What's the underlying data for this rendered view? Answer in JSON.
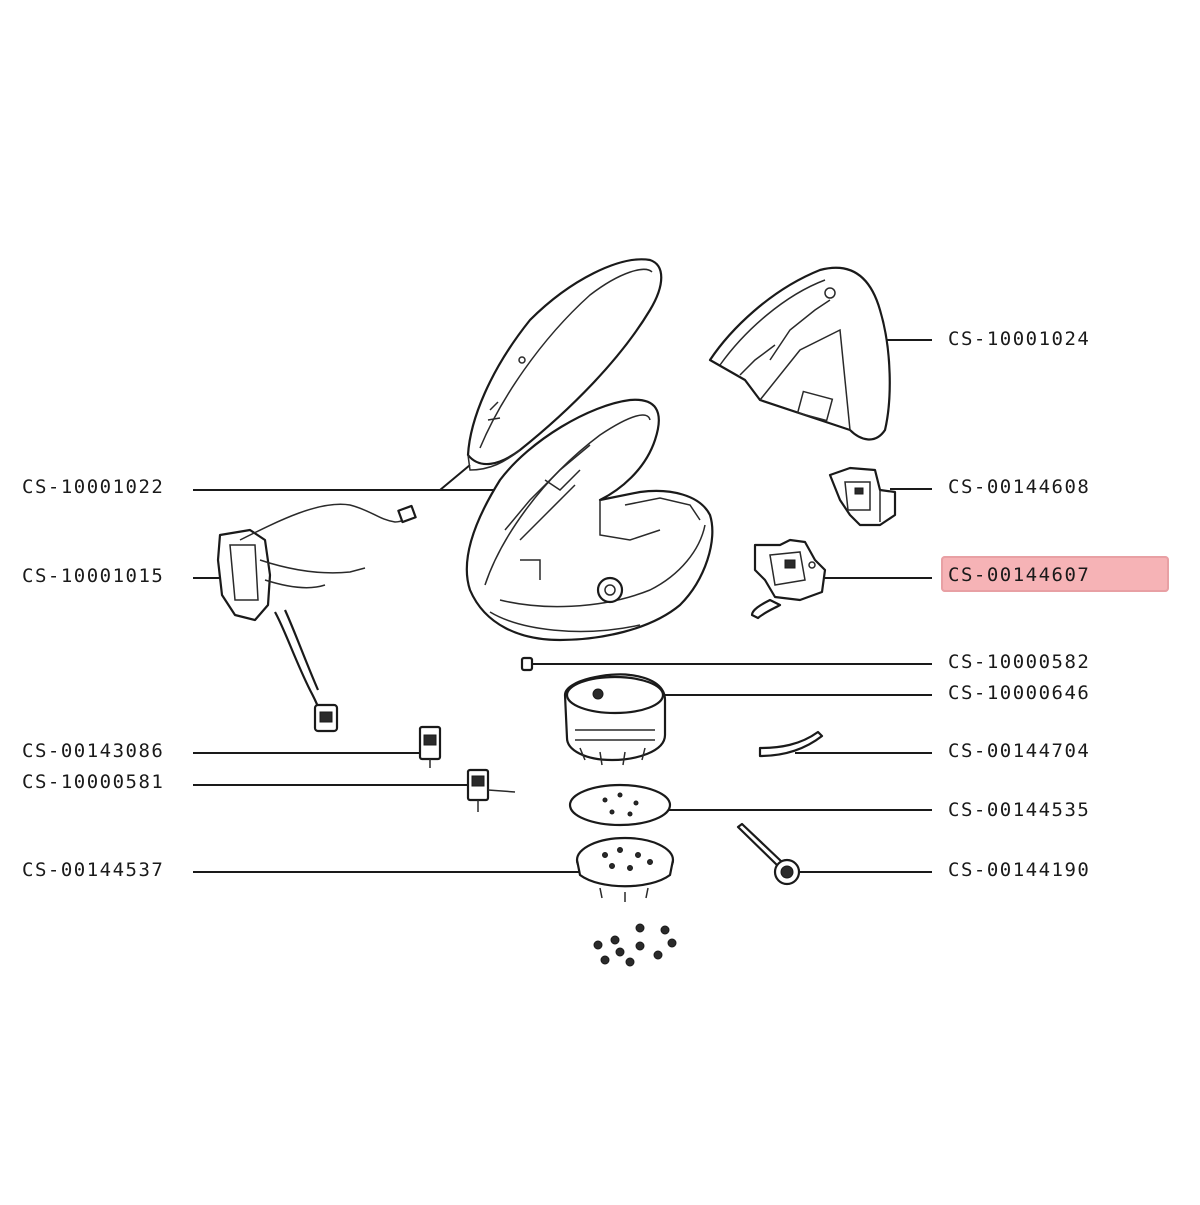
{
  "parts": {
    "p10001024": "CS-10001024",
    "p10001022": "CS-10001022",
    "p00144608": "CS-00144608",
    "p10001015": "CS-10001015",
    "p00144607": "CS-00144607",
    "p10000582": "CS-10000582",
    "p10000646": "CS-10000646",
    "p00143086": "CS-00143086",
    "p00144704": "CS-00144704",
    "p10000581": "CS-10000581",
    "p00144535": "CS-00144535",
    "p00144537": "CS-00144537",
    "p00144190": "CS-00144190"
  },
  "selected_part": "CS-00144607",
  "colors": {
    "highlight_fill": "#f4a6a9",
    "highlight_border": "#e8a0a4",
    "line": "#1a1a1a"
  }
}
